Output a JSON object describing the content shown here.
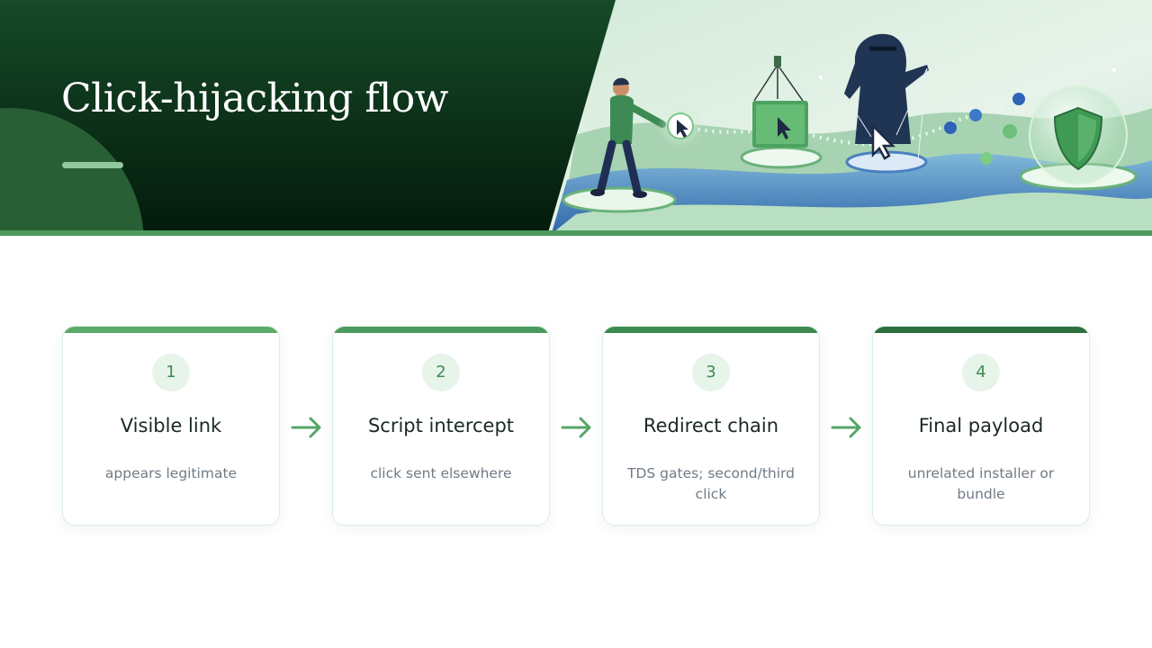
{
  "title": "Click-hijacking flow",
  "colors": {
    "hero_dark": "#0f3a20",
    "accent": "#4a9a5d",
    "arrow": "#55a566",
    "step_bars": [
      "#5aab6b",
      "#4a9a5d",
      "#3c8a50",
      "#2f6e3f"
    ]
  },
  "steps": [
    {
      "number": "1",
      "heading": "Visible link",
      "description": "appears legitimate"
    },
    {
      "number": "2",
      "heading": "Script intercept",
      "description": "click sent elsewhere"
    },
    {
      "number": "3",
      "heading": "Redirect chain",
      "description": "TDS gates; second/third click"
    },
    {
      "number": "4",
      "heading": "Final payload",
      "description": "unrelated installer or bundle"
    }
  ],
  "illustration": {
    "elements": [
      "user-figure",
      "cursor-icon",
      "hanging-sign",
      "puppeteer-figure",
      "data-path",
      "shield-icon"
    ]
  }
}
